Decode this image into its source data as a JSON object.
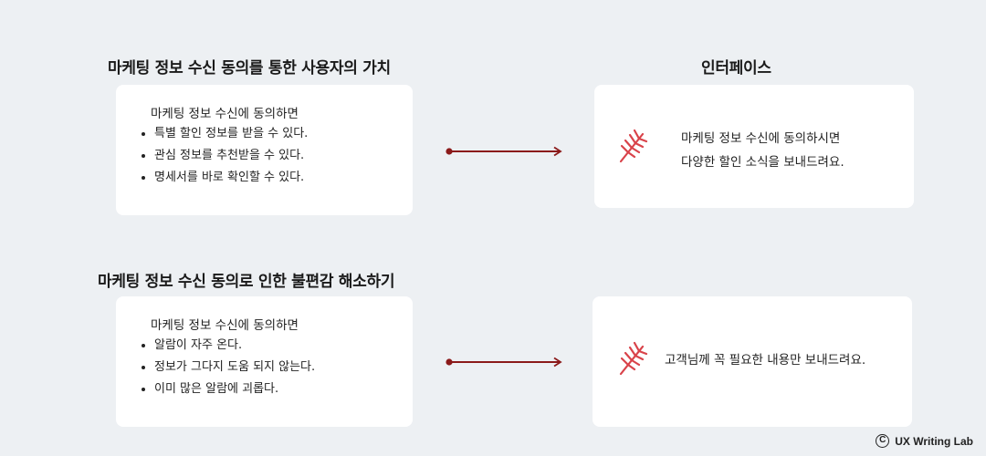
{
  "sections": [
    {
      "heading": "마케팅 정보 수신 동의를 통한 사용자의 가치",
      "card_intro": "마케팅 정보 수신에 동의하면",
      "bullets": [
        "특별 할인 정보를 받을 수 있다.",
        "관심 정보를 추천받을 수 있다.",
        "명세서를 바로 확인할 수 있다."
      ],
      "interface_lines": [
        "마케팅 정보 수신에 동의하시면",
        "다양한 할인 소식을 보내드려요."
      ]
    },
    {
      "heading": "마케팅 정보 수신 동의로 인한 불편감 해소하기",
      "card_intro": "마케팅 정보 수신에 동의하면",
      "bullets": [
        "알람이 자주 온다.",
        "정보가 그다지 도움 되지 않는다.",
        "이미 많은 알람에 괴롭다."
      ],
      "interface_lines": [
        "고객님께 꼭 필요한 내용만 보내드려요."
      ]
    }
  ],
  "interface_heading": "인터페이스",
  "footer": {
    "copyright_symbol": "C",
    "label": "UX Writing Lab"
  },
  "colors": {
    "background": "#edf0f3",
    "card": "#ffffff",
    "accent": "#8b1a1a",
    "leaf": "#d9434a"
  },
  "icons": {
    "arrow": "arrow-right-icon",
    "leaf": "leaf-icon",
    "copyright": "copyright-icon"
  }
}
